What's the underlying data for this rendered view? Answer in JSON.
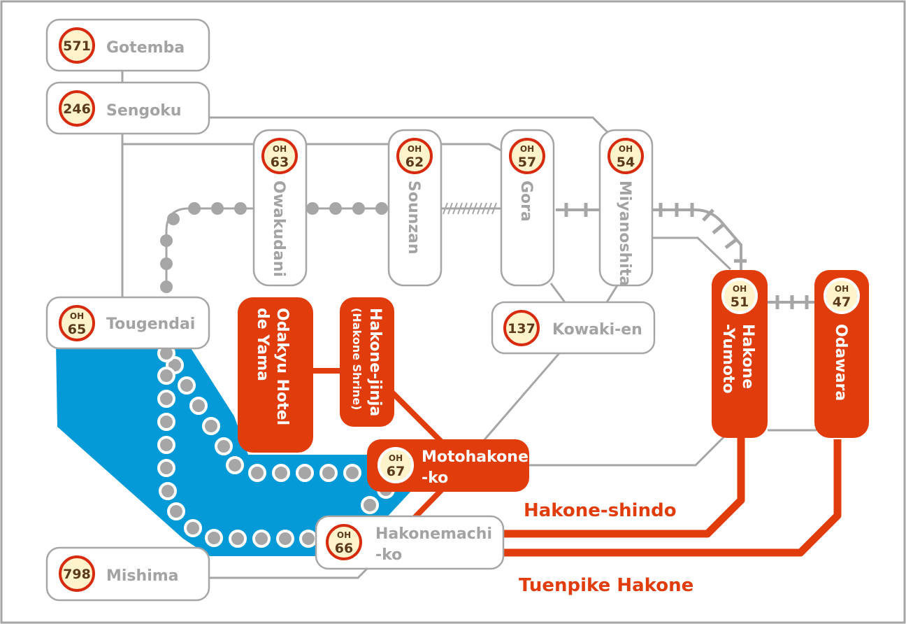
{
  "colors": {
    "lake": "#049ad8",
    "accent_red": "#e03c0c",
    "line_grey": "#a6a6a6",
    "badge_fill": "#fff3cc",
    "text_grey": "#a3a3a3"
  },
  "stations": {
    "gotemba": {
      "code_prefix": "",
      "code_number": "571",
      "name": "Gotemba"
    },
    "sengoku": {
      "code_prefix": "",
      "code_number": "246",
      "name": "Sengoku"
    },
    "owakudani": {
      "code_prefix": "OH",
      "code_number": "63",
      "name": "Owakudani"
    },
    "sounzan": {
      "code_prefix": "OH",
      "code_number": "62",
      "name": "Sounzan"
    },
    "gora": {
      "code_prefix": "OH",
      "code_number": "57",
      "name": "Gora"
    },
    "miyanoshita": {
      "code_prefix": "OH",
      "code_number": "54",
      "name": "Miyanoshita"
    },
    "tougendai": {
      "code_prefix": "OH",
      "code_number": "65",
      "name": "Tougendai"
    },
    "odakyu_hotel": {
      "name_line1": "Odakyu Hotel",
      "name_line2": "de Yama"
    },
    "hakone_jinja": {
      "name_line1": "Hakone-jinja",
      "name_line2": "(Hakone Shrine)"
    },
    "kowakien": {
      "code_prefix": "",
      "code_number": "137",
      "name": "Kowaki-en"
    },
    "hakone_yumoto": {
      "code_prefix": "OH",
      "code_number": "51",
      "name_line1": "Hakone",
      "name_line2": "-Yumoto"
    },
    "odawara": {
      "code_prefix": "OH",
      "code_number": "47",
      "name": "Odawara"
    },
    "motohakone": {
      "code_prefix": "OH",
      "code_number": "67",
      "name_line1": "Motohakone",
      "name_line2": "-ko"
    },
    "hakonemachi": {
      "code_prefix": "OH",
      "code_number": "66",
      "name_line1": "Hakonemachi",
      "name_line2": "-ko"
    },
    "mishima": {
      "code_prefix": "",
      "code_number": "798",
      "name": "Mishima"
    }
  },
  "routes": {
    "hakone_shindo": "Hakone-shindo",
    "tuenpike_hakone": "Tuenpike Hakone"
  }
}
